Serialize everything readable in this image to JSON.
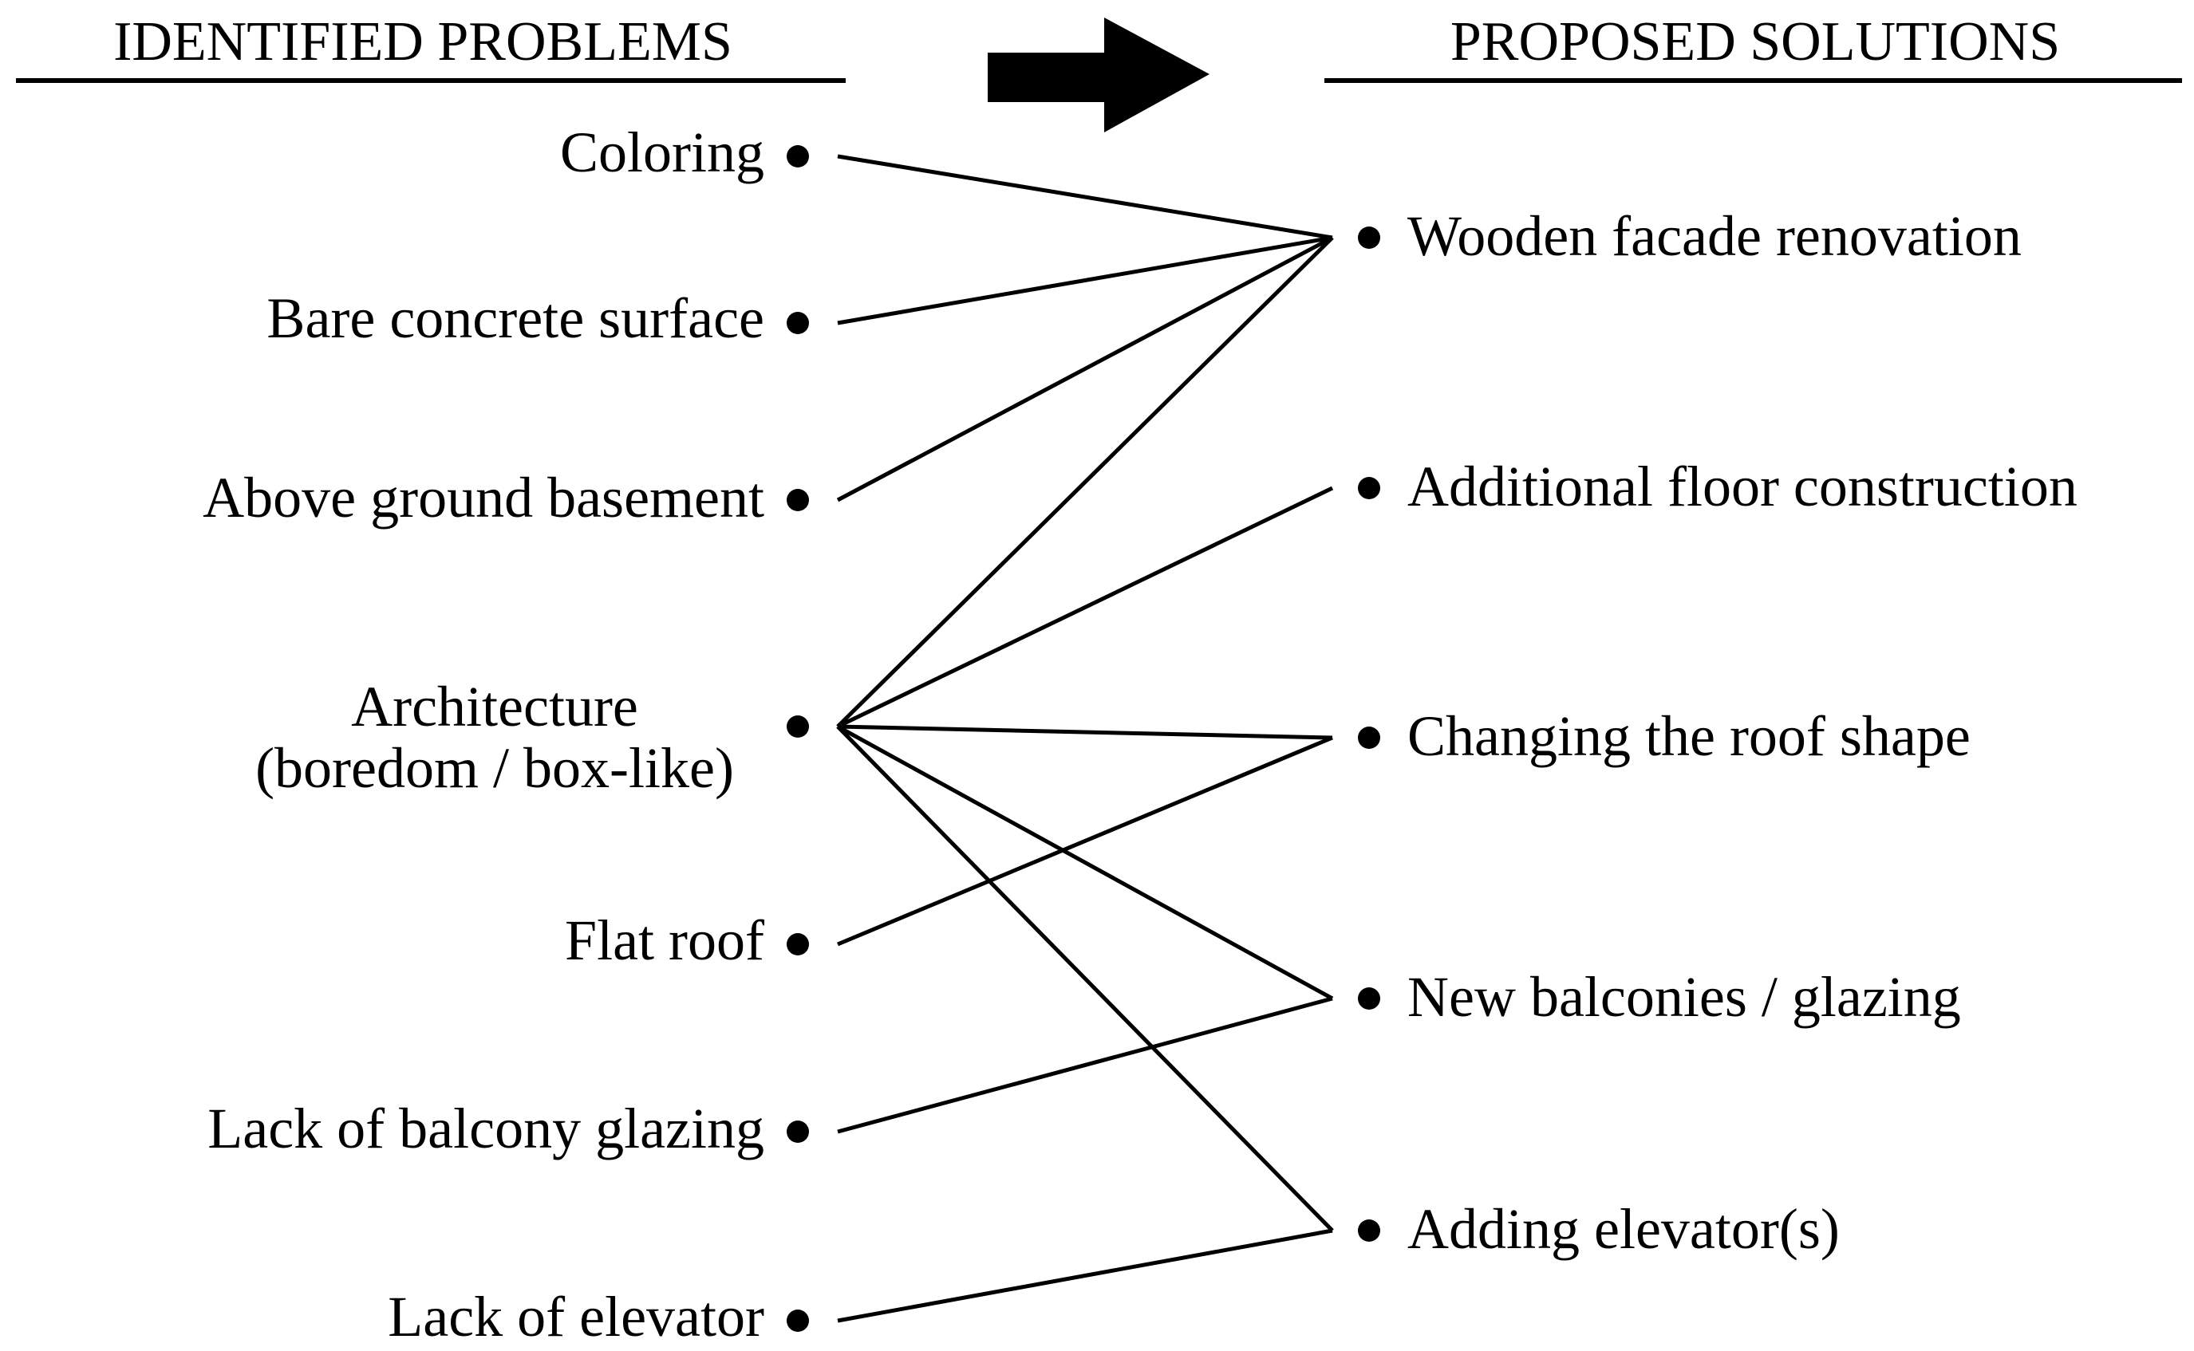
{
  "headings": {
    "problems": "IDENTIFIED PROBLEMS",
    "solutions": "PROPOSED SOLUTIONS"
  },
  "problems": [
    {
      "id": "coloring",
      "lines": [
        "Coloring"
      ]
    },
    {
      "id": "bare-concrete",
      "lines": [
        "Bare concrete surface"
      ]
    },
    {
      "id": "basement",
      "lines": [
        "Above ground basement"
      ]
    },
    {
      "id": "architecture",
      "lines": [
        "Architecture",
        "(boredom / box-like)"
      ]
    },
    {
      "id": "flat-roof",
      "lines": [
        "Flat roof"
      ]
    },
    {
      "id": "balcony-glazing",
      "lines": [
        "Lack of balcony glazing"
      ]
    },
    {
      "id": "elevator",
      "lines": [
        "Lack of elevator"
      ]
    }
  ],
  "solutions": [
    {
      "id": "wooden-facade",
      "label": "Wooden facade renovation"
    },
    {
      "id": "additional-floor",
      "label": "Additional floor construction"
    },
    {
      "id": "roof-shape",
      "label": "Changing the roof shape"
    },
    {
      "id": "balconies",
      "label": "New balconies / glazing"
    },
    {
      "id": "adding-elevator",
      "label": "Adding elevator(s)"
    }
  ],
  "links": [
    [
      "coloring",
      "wooden-facade"
    ],
    [
      "bare-concrete",
      "wooden-facade"
    ],
    [
      "basement",
      "wooden-facade"
    ],
    [
      "architecture",
      "wooden-facade"
    ],
    [
      "architecture",
      "additional-floor"
    ],
    [
      "architecture",
      "roof-shape"
    ],
    [
      "architecture",
      "balconies"
    ],
    [
      "architecture",
      "adding-elevator"
    ],
    [
      "flat-roof",
      "roof-shape"
    ],
    [
      "balcony-glazing",
      "balconies"
    ],
    [
      "elevator",
      "adding-elevator"
    ]
  ],
  "colors": {
    "ink": "#000000",
    "background": "#ffffff"
  }
}
